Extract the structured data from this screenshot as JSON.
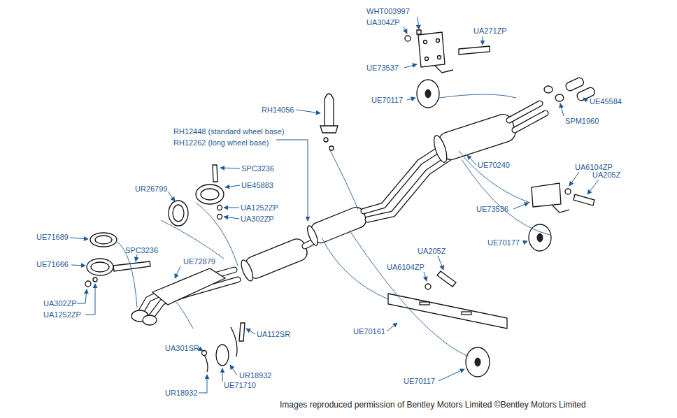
{
  "diagram": {
    "caption": "Images reproduced permission of Bentley Motors Limited ©Bentley Motors Limited",
    "labels": [
      "WHT003997",
      "UA304ZP",
      "UA271ZP",
      "UE73537",
      "UE70117",
      "UE45584",
      "SPM1960",
      "RH14056",
      "RH12448 (standard wheel base)",
      "RH12262 (long wheel base)",
      "SPC3236",
      "UE45883",
      "UR26799",
      "UA1252ZP",
      "UA302ZP",
      "UE70240",
      "UA6104ZP",
      "UA205Z",
      "UE73536",
      "UE70177",
      "UE71689",
      "SPC3236",
      "UE71666",
      "UE72879",
      "UA205Z",
      "UA6104ZP",
      "UA302ZP",
      "UA1252ZP",
      "UE70161",
      "UA112SR",
      "UA301SR",
      "UR18932",
      "UR18932",
      "UE71710",
      "UE70117"
    ]
  }
}
